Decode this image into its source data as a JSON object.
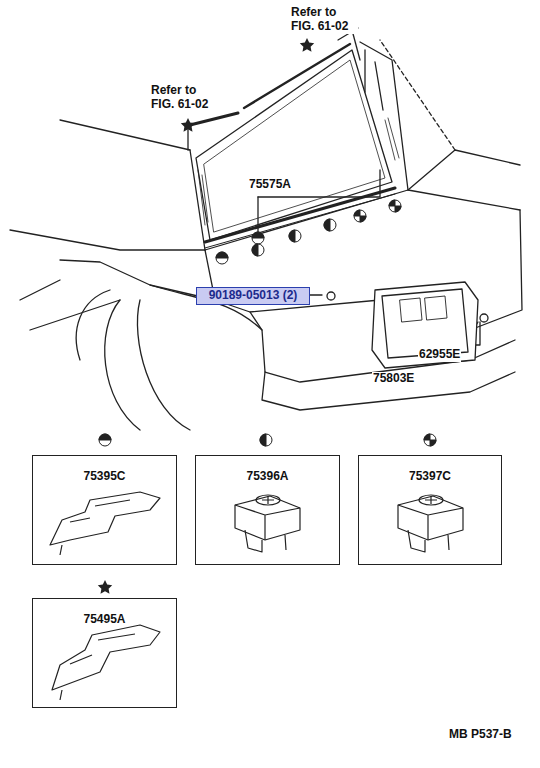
{
  "diagram": {
    "nodes": [
      {
        "text": [
          "90189-05013 (2)"
        ]
      },
      {
        "text": [
          "75395C"
        ]
      },
      {
        "text": [
          "75396A"
        ]
      },
      {
        "text": [
          "75397C"
        ]
      },
      {
        "text": [
          "75495A"
        ]
      }
    ],
    "labels": [
      "Refer to FIG. 61-02",
      "Refer to FIG. 61-02",
      "75575A",
      "62955E",
      "75803E",
      "MB P537-B"
    ]
  }
}
